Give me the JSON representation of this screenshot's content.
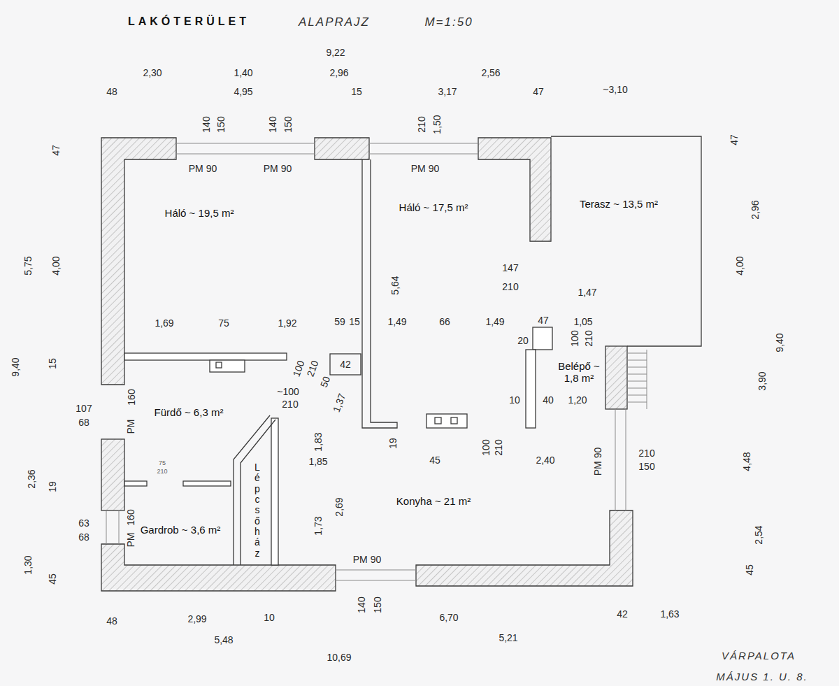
{
  "diagram": {
    "title": "LAKÓTERÜLET",
    "nodes": [
      {
        "text": [
          "Háló ~ 19,5 m²"
        ]
      },
      {
        "text": [
          "Háló ~ 17,5 m²"
        ]
      },
      {
        "text": [
          "Terasz ~ 13,5 m²"
        ]
      },
      {
        "text": [
          "Belépő ~ 1,8 m²"
        ]
      },
      {
        "text": [
          "Fürdő ~ 6,3 m²"
        ]
      },
      {
        "text": [
          "Lépcsőház"
        ]
      },
      {
        "text": [
          "Gardrob ~ 3,6 m²"
        ]
      },
      {
        "text": [
          "Konyha ~ 21 m²"
        ]
      }
    ],
    "labels": [
      "ALAPRAJZ",
      "M=1:50",
      "9,22",
      "2,30",
      "1,40",
      "2,96",
      "2,56",
      "48",
      "4,95",
      "15",
      "3,17",
      "47",
      "~3,10",
      "140",
      "150",
      "140",
      "150",
      "210",
      "1,50",
      "PM 90",
      "PM 90",
      "PM 90",
      "47",
      "5,75",
      "4,00",
      "9,40",
      "15",
      "107",
      "68",
      "2,36",
      "19",
      "63",
      "68",
      "1,30",
      "45",
      "1,69",
      "75",
      "1,92",
      "59",
      "15",
      "1,49",
      "66",
      "1,49",
      "47",
      "1,05",
      "5,64",
      "147",
      "210",
      "1,47",
      "20",
      "100",
      "210",
      "42",
      "100",
      "210",
      "50",
      "1,37",
      "~100",
      "210",
      "160",
      "PM",
      "75",
      "210",
      "1,83",
      "1,85",
      "2,69",
      "1,73",
      "19",
      "45",
      "100",
      "210",
      "2,40",
      "PM 90",
      "210",
      "150",
      "10",
      "40",
      "1,20",
      "160",
      "PM",
      "PM 90",
      "47",
      "2,96",
      "4,00",
      "9,40",
      "3,90",
      "4,48",
      "2,54",
      "45",
      "48",
      "2,99",
      "10",
      "140",
      "150",
      "6,70",
      "42",
      "1,63",
      "5,48",
      "5,21",
      "10,69",
      "VÁRPALOTA",
      "MÁJUS 1. U. 8."
    ]
  }
}
